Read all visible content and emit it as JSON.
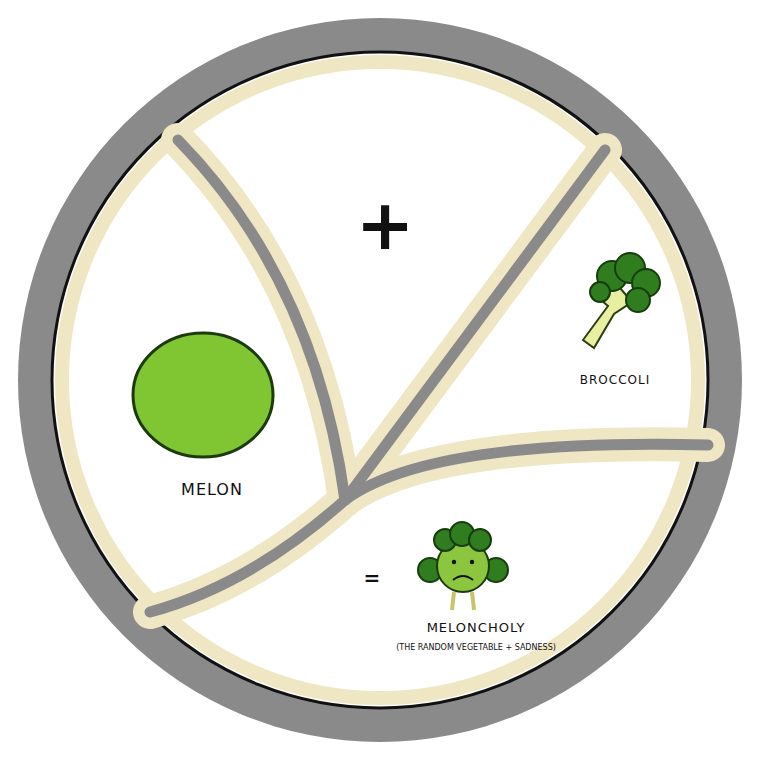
{
  "diagram": {
    "nodes": [
      {
        "text": [
          "MELON"
        ]
      },
      {
        "text": [
          "+"
        ]
      },
      {
        "text": [
          "BROCCOLI"
        ]
      },
      {
        "text": [
          "=",
          "MELONCHOLY",
          "(THE RANDOM VEGETABLE + SADNESS)"
        ]
      }
    ]
  }
}
